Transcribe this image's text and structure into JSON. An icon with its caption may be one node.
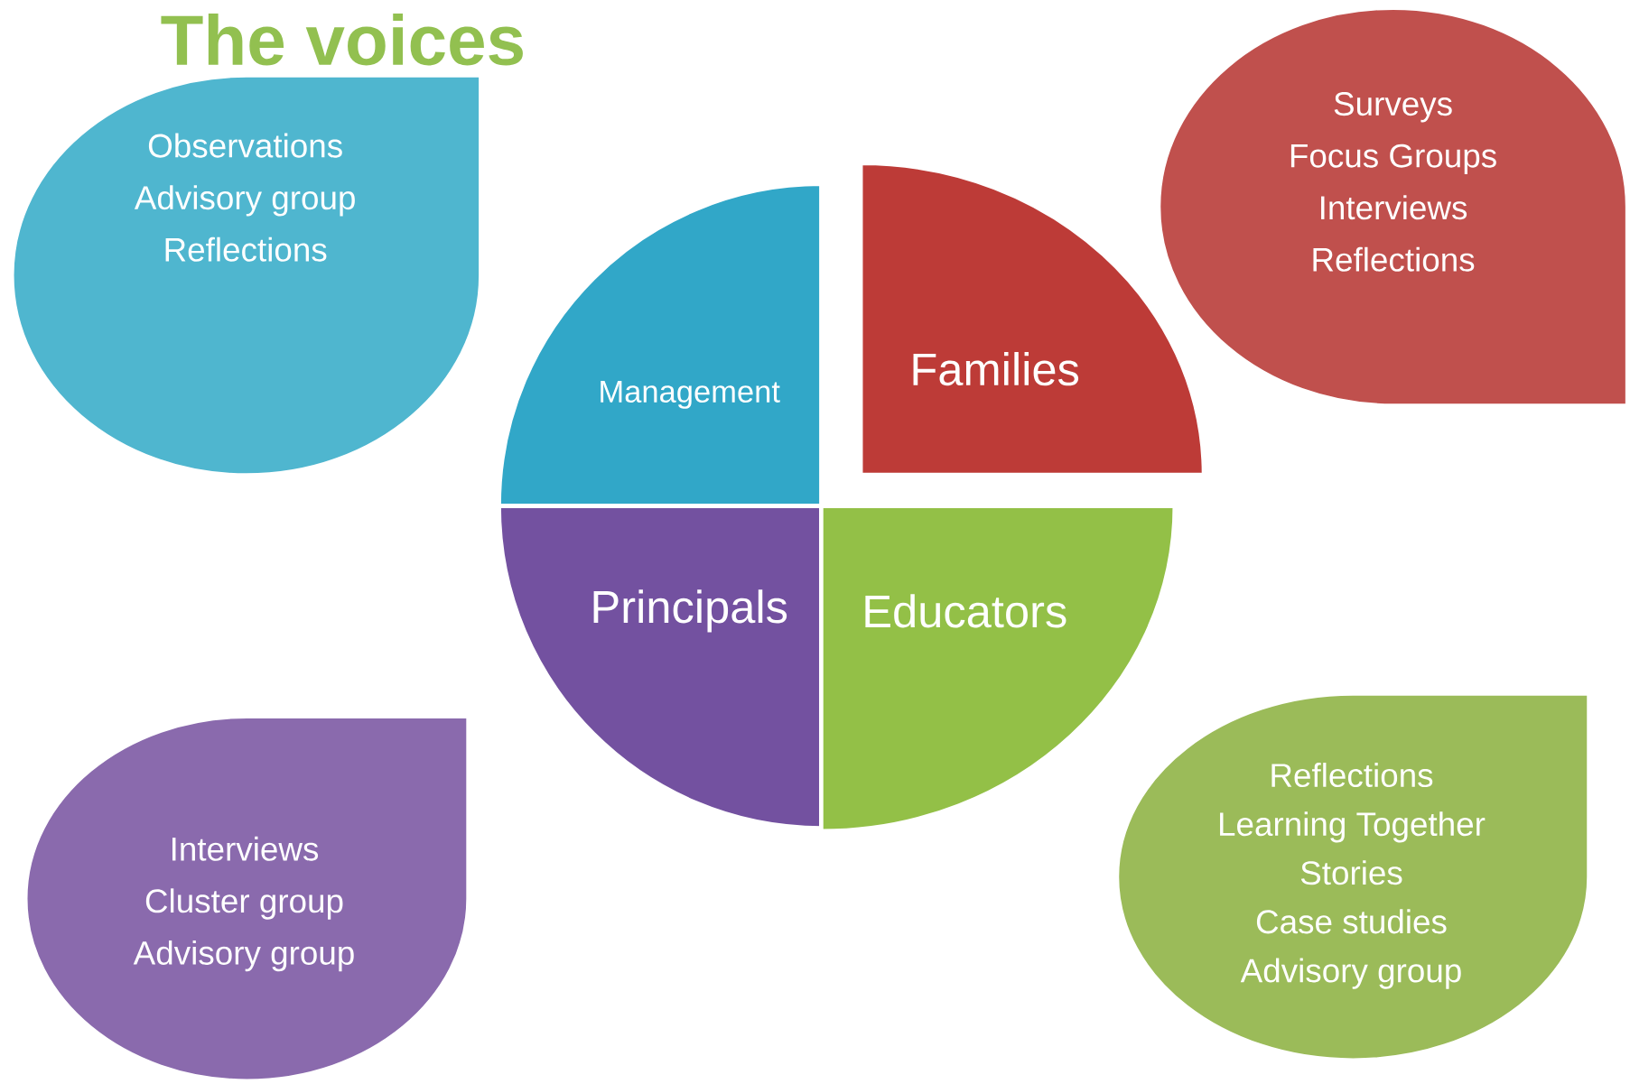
{
  "diagram": {
    "title": "The voices",
    "nodes": [
      {
        "text": [
          "Observations",
          "Advisory group",
          "Reflections"
        ]
      },
      {
        "text": [
          "Surveys",
          "Focus Groups",
          "Interviews",
          "Reflections"
        ]
      },
      {
        "text": [
          "Management"
        ]
      },
      {
        "text": [
          "Families"
        ]
      },
      {
        "text": [
          "Principals"
        ]
      },
      {
        "text": [
          "Educators"
        ]
      },
      {
        "text": [
          "Interviews",
          "Cluster group",
          "Advisory group"
        ]
      },
      {
        "text": [
          "Reflections",
          "Learning Together",
          "Stories",
          "Case studies",
          "Advisory group"
        ]
      }
    ]
  }
}
